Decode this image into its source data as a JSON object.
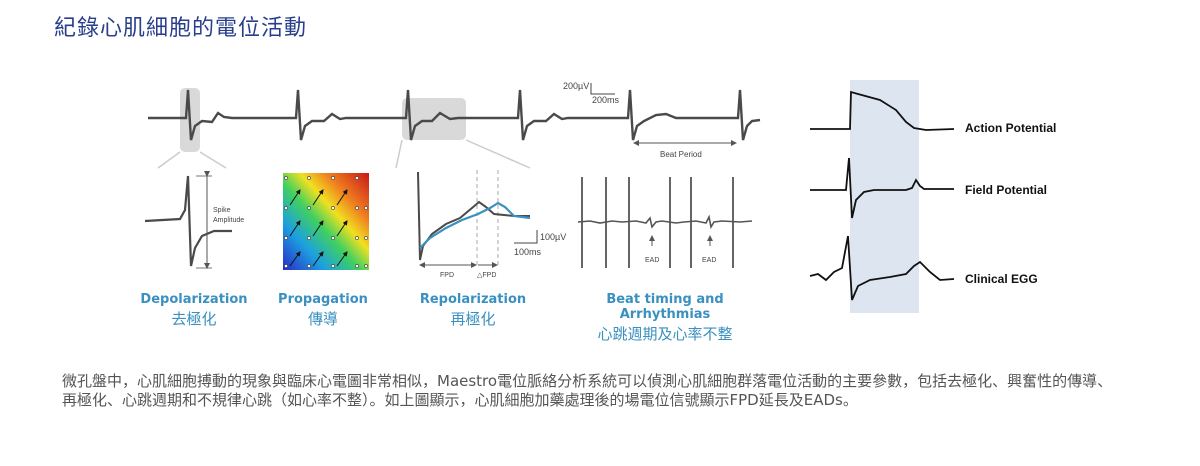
{
  "title": "紀錄心肌細胞的電位活動",
  "scale_bar_top": {
    "voltage": "200µV",
    "time": "200ms"
  },
  "beat_period_label": "Beat Period",
  "spike_amplitude_label": [
    "Spike",
    "Amplitude"
  ],
  "repol_scale": {
    "voltage": "100µV",
    "time": "100ms"
  },
  "fpd_label": "FPD",
  "delta_fpd_label": "△FPD",
  "ead_label": "EAD",
  "captions": [
    {
      "en": "Depolarization",
      "zh": "去極化"
    },
    {
      "en": "Propagation",
      "zh": "傳導"
    },
    {
      "en": "Repolarization",
      "zh": "再極化"
    },
    {
      "en": "Beat timing and Arrhythmias",
      "zh": "心跳週期及心率不整"
    }
  ],
  "traces": [
    {
      "label": "Action Potential"
    },
    {
      "label": "Field Potential"
    },
    {
      "label": "Clinical EGG"
    }
  ],
  "description": "微孔盤中，心肌細胞搏動的現象與臨床心電圖非常相似，Maestro電位脈絡分析系統可以偵測心肌細胞群落電位活動的主要參數，包括去極化、興奮性的傳導、再極化、心跳週期和不規律心跳（如心率不整）。如上圖顯示，心肌細胞加藥處理後的場電位信號顯示FPD延長及EADs。",
  "colors": {
    "title": "#2a3f8c",
    "caption": "#3a90c0",
    "trace": "#4a4a4a",
    "highlight": "#dde6f0"
  }
}
